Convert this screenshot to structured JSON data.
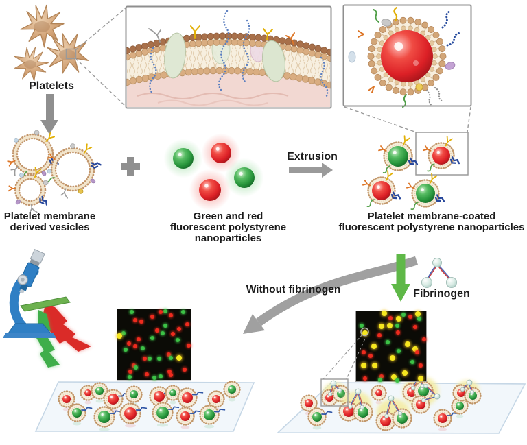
{
  "labels": {
    "platelets": "Platelets",
    "vesicles_line1": "Platelet membrane",
    "vesicles_line2": "derived vesicles",
    "nanoparticles_line1": "Green and red",
    "nanoparticles_line2": "fluorescent polystyrene nanoparticles",
    "extrusion": "Extrusion",
    "coated_line1": "Platelet membrane-coated",
    "coated_line2": "fluorescent polystyrene nanoparticles",
    "without_fibrinogen": "Without fibrinogen",
    "fibrinogen": "Fibrinogen"
  },
  "colors": {
    "red_particle": "#e02226",
    "green_particle": "#2a9b41",
    "yellow_dot": "#f6e71f",
    "arrow_gray": "#949494",
    "green_arrow": "#5fb848",
    "membrane_tan": "#d2a678",
    "micrograph_bg": "#0b0b06"
  },
  "micrograph_left": {
    "dots": [
      [
        20,
        4,
        "g"
      ],
      [
        65,
        3,
        "g"
      ],
      [
        59,
        4,
        "r"
      ],
      [
        90,
        4,
        "g"
      ],
      [
        73,
        9,
        "r"
      ],
      [
        48,
        11,
        "r"
      ],
      [
        24,
        16,
        "r"
      ],
      [
        33,
        17,
        "r"
      ],
      [
        95,
        21,
        "r"
      ],
      [
        65,
        23,
        "g"
      ],
      [
        84,
        28,
        "r"
      ],
      [
        54,
        30,
        "r"
      ],
      [
        62,
        34,
        "g"
      ],
      [
        8,
        34,
        "g"
      ],
      [
        3,
        38,
        "y"
      ],
      [
        76,
        35,
        "r"
      ],
      [
        29,
        43,
        "r"
      ],
      [
        48,
        41,
        "g"
      ],
      [
        82,
        44,
        "g"
      ],
      [
        16,
        49,
        "r"
      ],
      [
        97,
        51,
        "r"
      ],
      [
        24,
        52,
        "r"
      ],
      [
        35,
        55,
        "g"
      ],
      [
        11,
        57,
        "g"
      ],
      [
        70,
        64,
        "r"
      ],
      [
        44,
        70,
        "g"
      ],
      [
        37,
        70,
        "r"
      ],
      [
        57,
        70,
        "g"
      ],
      [
        73,
        69,
        "g"
      ],
      [
        84,
        69,
        "y"
      ],
      [
        22,
        80,
        "r"
      ],
      [
        25,
        83,
        "g"
      ],
      [
        18,
        88,
        "r"
      ],
      [
        92,
        85,
        "r"
      ],
      [
        71,
        88,
        "r"
      ],
      [
        73,
        93,
        "r"
      ],
      [
        59,
        95,
        "g"
      ],
      [
        17,
        96,
        "g"
      ],
      [
        40,
        92,
        "r"
      ],
      [
        50,
        97,
        "g"
      ]
    ]
  },
  "micrograph_right": {
    "dots": [
      [
        40,
        3,
        "y"
      ],
      [
        49,
        10,
        "r"
      ],
      [
        61,
        11,
        "y"
      ],
      [
        77,
        8,
        "r"
      ],
      [
        88,
        4,
        "y"
      ],
      [
        90,
        11,
        "g"
      ],
      [
        68,
        5,
        "g"
      ],
      [
        8,
        21,
        "g"
      ],
      [
        36,
        22,
        "y"
      ],
      [
        48,
        21,
        "y"
      ],
      [
        59,
        21,
        "g"
      ],
      [
        84,
        23,
        "r"
      ],
      [
        13,
        31,
        "y"
      ],
      [
        33,
        34,
        "r"
      ],
      [
        60,
        30,
        "r"
      ],
      [
        97,
        40,
        "r"
      ],
      [
        74,
        47,
        "y"
      ],
      [
        25,
        50,
        "y"
      ],
      [
        45,
        44,
        "g"
      ],
      [
        11,
        59,
        "r"
      ],
      [
        61,
        57,
        "g"
      ],
      [
        84,
        54,
        "y"
      ],
      [
        87,
        59,
        "r"
      ],
      [
        52,
        67,
        "y"
      ],
      [
        80,
        73,
        "g"
      ],
      [
        11,
        77,
        "y"
      ],
      [
        26,
        77,
        "y"
      ],
      [
        92,
        77,
        "r"
      ],
      [
        21,
        64,
        "r"
      ],
      [
        13,
        96,
        "r"
      ],
      [
        36,
        93,
        "r"
      ],
      [
        34,
        98,
        "g"
      ],
      [
        54,
        94,
        "y"
      ],
      [
        59,
        99,
        "g"
      ],
      [
        92,
        96,
        "y"
      ],
      [
        70,
        88,
        "y"
      ]
    ],
    "annotation_circle": [
      13,
      31
    ]
  },
  "free_nanoparticles": [
    [
      267,
      231,
      15,
      "g"
    ],
    [
      322,
      223,
      15,
      "r"
    ],
    [
      356,
      259,
      15,
      "g"
    ],
    [
      306,
      277,
      16,
      "r"
    ]
  ],
  "coated_nanoparticles": [
    [
      580,
      228,
      15,
      "g"
    ],
    [
      643,
      227,
      13,
      "r"
    ],
    [
      556,
      278,
      14,
      "r"
    ],
    [
      620,
      282,
      14,
      "g"
    ]
  ],
  "vesicles": [
    [
      48,
      225,
      26
    ],
    [
      106,
      247,
      28
    ],
    [
      44,
      277,
      19
    ]
  ],
  "surface_left_particles": [
    [
      97,
      582,
      "r",
      6
    ],
    [
      128,
      573,
      "r",
      5
    ],
    [
      145,
      570,
      "g",
      6
    ],
    [
      165,
      582,
      "r",
      8
    ],
    [
      195,
      575,
      "g",
      6
    ],
    [
      232,
      578,
      "r",
      8
    ],
    [
      252,
      573,
      "g",
      5
    ],
    [
      273,
      580,
      "r",
      8
    ],
    [
      315,
      582,
      "r",
      6
    ],
    [
      338,
      568,
      "g",
      6
    ],
    [
      112,
      602,
      "g",
      7
    ],
    [
      152,
      608,
      "g",
      9
    ],
    [
      190,
      603,
      "r",
      9
    ],
    [
      237,
      602,
      "g",
      9
    ],
    [
      270,
      607,
      "r",
      7
    ],
    [
      305,
      605,
      "g",
      8
    ]
  ],
  "surface_right_singles": [
    [
      450,
      588,
      "r",
      6
    ],
    [
      462,
      608,
      "g",
      7
    ],
    [
      552,
      573,
      "r",
      5
    ],
    [
      645,
      610,
      "r",
      7
    ],
    [
      670,
      592,
      "g",
      6
    ]
  ],
  "surface_right_clusters": [
    {
      "glow": [
        488,
        572,
        17,
        14
      ],
      "fibs": [
        [
          486,
          559
        ]
      ],
      "particles": [
        [
          480,
          580,
          "r",
          6
        ],
        [
          497,
          574,
          "g",
          6
        ]
      ]
    },
    {
      "glow": [
        519,
        589,
        22,
        18
      ],
      "fibs": [
        [
          522,
          571
        ]
      ],
      "particles": [
        [
          508,
          600,
          "r",
          8
        ],
        [
          529,
          601,
          "g",
          8
        ]
      ]
    },
    {
      "glow": [
        573,
        600,
        24,
        18
      ],
      "fibs": [
        [
          570,
          581
        ]
      ],
      "particles": [
        [
          562,
          614,
          "r",
          8
        ],
        [
          586,
          610,
          "g",
          8
        ]
      ]
    },
    {
      "glow": [
        613,
        571,
        26,
        22
      ],
      "fibs": [
        [
          612,
          546
        ],
        [
          637,
          578
        ]
      ],
      "particles": [
        [
          600,
          572,
          "r",
          7
        ],
        [
          617,
          570,
          "g",
          8
        ],
        [
          613,
          590,
          "r",
          7
        ]
      ]
    },
    {
      "glow": [
        681,
        568,
        17,
        13
      ],
      "fibs": [
        [
          684,
          558
        ]
      ],
      "particles": [
        [
          672,
          573,
          "r",
          6
        ],
        [
          689,
          577,
          "g",
          6
        ]
      ]
    }
  ]
}
